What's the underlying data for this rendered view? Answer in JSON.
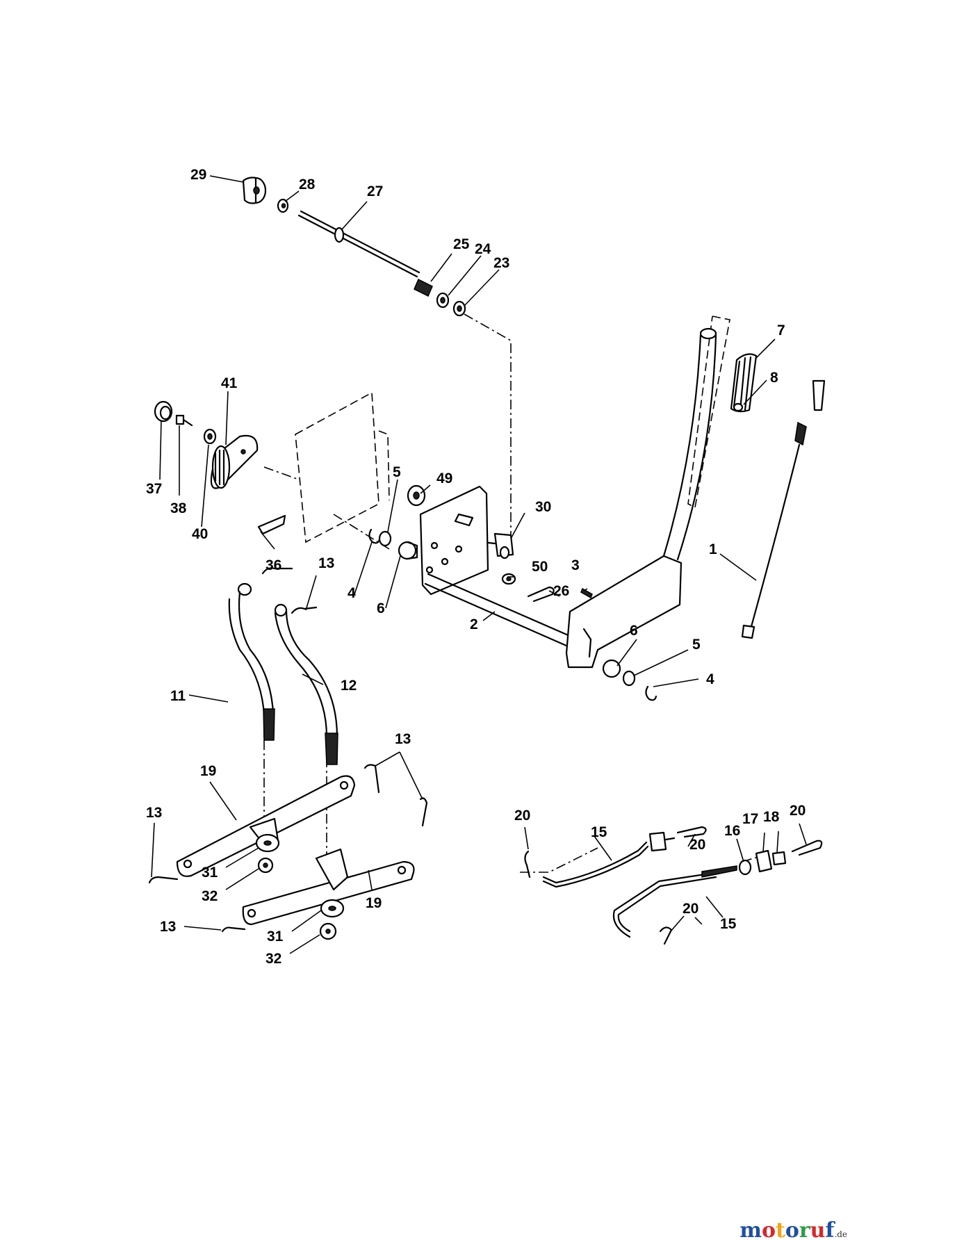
{
  "diagram": {
    "callouts": [
      {
        "id": "c29",
        "label": "29"
      },
      {
        "id": "c28",
        "label": "28"
      },
      {
        "id": "c27",
        "label": "27"
      },
      {
        "id": "c25",
        "label": "25"
      },
      {
        "id": "c24",
        "label": "24"
      },
      {
        "id": "c23",
        "label": "23"
      },
      {
        "id": "c7",
        "label": "7"
      },
      {
        "id": "c8",
        "label": "8"
      },
      {
        "id": "c41",
        "label": "41"
      },
      {
        "id": "c37",
        "label": "37"
      },
      {
        "id": "c38",
        "label": "38"
      },
      {
        "id": "c40",
        "label": "40"
      },
      {
        "id": "c5a",
        "label": "5"
      },
      {
        "id": "c49",
        "label": "49"
      },
      {
        "id": "c30",
        "label": "30"
      },
      {
        "id": "c1",
        "label": "1"
      },
      {
        "id": "c36",
        "label": "36"
      },
      {
        "id": "c13a",
        "label": "13"
      },
      {
        "id": "c4a",
        "label": "4"
      },
      {
        "id": "c6a",
        "label": "6"
      },
      {
        "id": "c50",
        "label": "50"
      },
      {
        "id": "c3",
        "label": "3"
      },
      {
        "id": "c26",
        "label": "26"
      },
      {
        "id": "c2",
        "label": "2"
      },
      {
        "id": "c6b",
        "label": "6"
      },
      {
        "id": "c5b",
        "label": "5"
      },
      {
        "id": "c4b",
        "label": "4"
      },
      {
        "id": "c11",
        "label": "11"
      },
      {
        "id": "c12",
        "label": "12"
      },
      {
        "id": "c13b",
        "label": "13"
      },
      {
        "id": "c19a",
        "label": "19"
      },
      {
        "id": "c13c",
        "label": "13"
      },
      {
        "id": "c31a",
        "label": "31"
      },
      {
        "id": "c32a",
        "label": "32"
      },
      {
        "id": "c19b",
        "label": "19"
      },
      {
        "id": "c13d",
        "label": "13"
      },
      {
        "id": "c31b",
        "label": "31"
      },
      {
        "id": "c32b",
        "label": "32"
      },
      {
        "id": "c20a",
        "label": "20"
      },
      {
        "id": "c15a",
        "label": "15"
      },
      {
        "id": "c20b",
        "label": "20"
      },
      {
        "id": "c16",
        "label": "16"
      },
      {
        "id": "c17",
        "label": "17"
      },
      {
        "id": "c18",
        "label": "18"
      },
      {
        "id": "c20c",
        "label": "20"
      },
      {
        "id": "c20d",
        "label": "20"
      },
      {
        "id": "c15b",
        "label": "15"
      }
    ]
  },
  "watermark": {
    "letters": [
      {
        "ch": "m",
        "color": "#1f4fa3"
      },
      {
        "ch": "o",
        "color": "#d8262b"
      },
      {
        "ch": "t",
        "color": "#f2a516"
      },
      {
        "ch": "o",
        "color": "#1f4fa3"
      },
      {
        "ch": "r",
        "color": "#2e9b46"
      },
      {
        "ch": "u",
        "color": "#d8262b"
      },
      {
        "ch": "f",
        "color": "#1f4fa3"
      }
    ],
    "suffix": ".de"
  }
}
